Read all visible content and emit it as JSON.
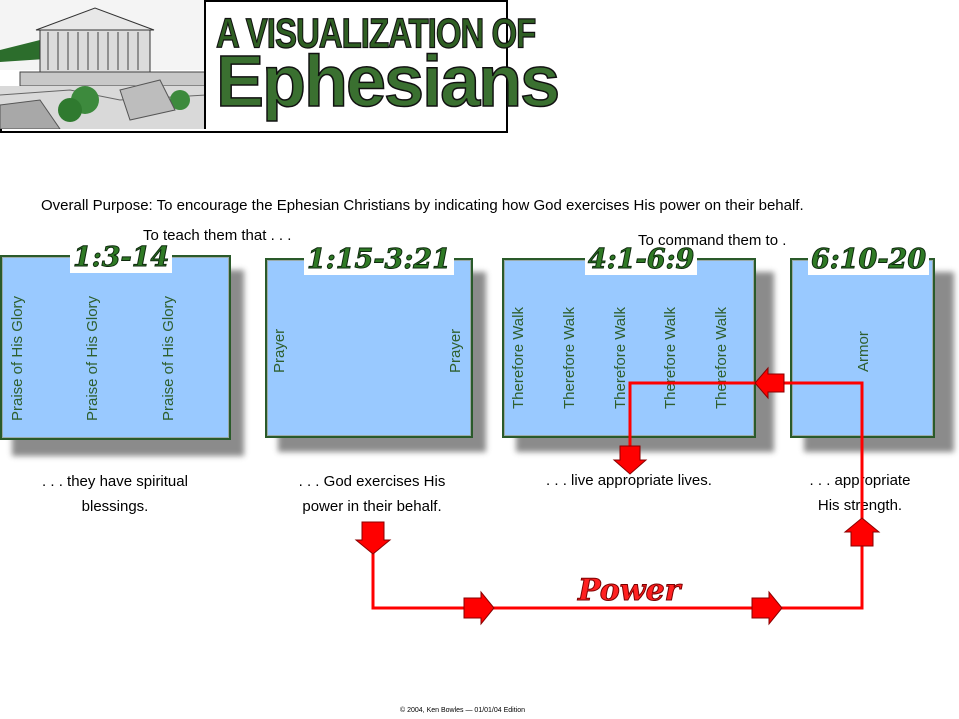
{
  "banner": {
    "title_line1": "A VISUALIZATION OF",
    "title_line2": "Ephesians"
  },
  "purpose": "Overall Purpose:  To encourage the Ephesian Christians by indicating how God exercises His power on their behalf.",
  "teach_label": "To teach them that . . .",
  "command_label": "To command them to .",
  "sections": [
    {
      "ref": "1:3-14",
      "items": [
        "Praise of His Glory",
        "Praise of His Glory",
        "Praise of His Glory"
      ],
      "caption_lines": [
        ". . . they have spiritual",
        "blessings."
      ]
    },
    {
      "ref": "1:15-3:21",
      "items": [
        "Prayer",
        "Prayer"
      ],
      "caption_lines": [
        ". . . God exercises His",
        "power in their behalf."
      ]
    },
    {
      "ref": "4:1-6:9",
      "items": [
        "Therefore Walk",
        "Therefore Walk",
        "Therefore Walk",
        "Therefore Walk",
        "Therefore Walk"
      ],
      "caption_lines": [
        ". . . live appropriate lives."
      ]
    },
    {
      "ref": "6:10-20",
      "items": [
        "Armor"
      ],
      "caption_lines": [
        ". . . appropriate",
        "His strength."
      ]
    }
  ],
  "power_label": "Power",
  "copyright": "© 2004, Ken Bowles — 01/01/04 Edition",
  "colors": {
    "box_fill": "#99c9ff",
    "box_border": "#2a5a2a",
    "ref_text": "#2f7a25",
    "arrow": "#ff0000",
    "item_text": "#2f5f2f"
  }
}
